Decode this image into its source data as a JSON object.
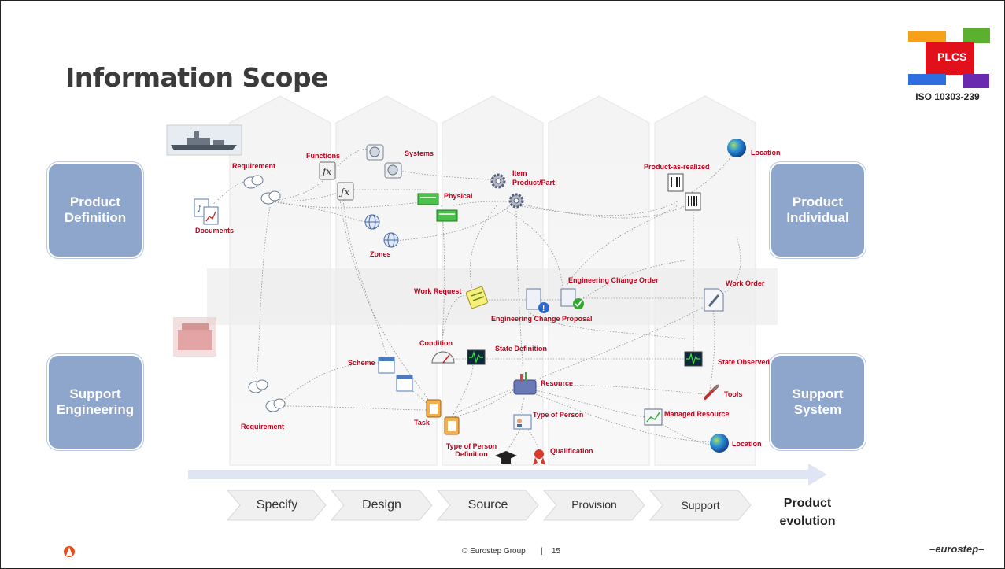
{
  "title": "Information Scope",
  "badge": {
    "acronym": "PLCS",
    "standard": "ISO 10303-239"
  },
  "side_boxes": {
    "product_definition": "Product Definition",
    "product_individual": "Product Individual",
    "support_engineering": "Support Engineering",
    "support_system": "Support System"
  },
  "labels": {
    "requirement_top": "Requirement",
    "functions": "Functions",
    "systems": "Systems",
    "item": "Item",
    "product_part": "Product/Part",
    "physical": "Physical",
    "documents": "Documents",
    "zones": "Zones",
    "product_as_realized": "Product-as-realized",
    "location_top": "Location",
    "work_request": "Work Request",
    "engineering_change_order": "Engineering Change Order",
    "engineering_change_proposal": "Engineering Change Proposal",
    "work_order": "Work Order",
    "condition": "Condition",
    "state_definition": "State Definition",
    "state_observed": "State Observed",
    "scheme": "Scheme",
    "resource": "Resource",
    "tools": "Tools",
    "managed_resource": "Managed Resource",
    "requirement_bottom": "Requirement",
    "task": "Task",
    "type_of_person": "Type of Person",
    "type_of_person_definition_1": "Type of Person",
    "type_of_person_definition_2": "Definition",
    "qualification": "Qualification",
    "location_bottom": "Location"
  },
  "phases": [
    "Specify",
    "Design",
    "Source",
    "Provision",
    "Support"
  ],
  "evolution": {
    "line1": "Product",
    "line2": "evolution"
  },
  "footer": {
    "copyright": "© Eurostep Group",
    "separator": "|",
    "page": "15",
    "brand": "eurostep"
  },
  "colors": {
    "label_red": "#c0001a",
    "box_blue": "#8ea6cc",
    "arrow": "#dfe5f2"
  }
}
